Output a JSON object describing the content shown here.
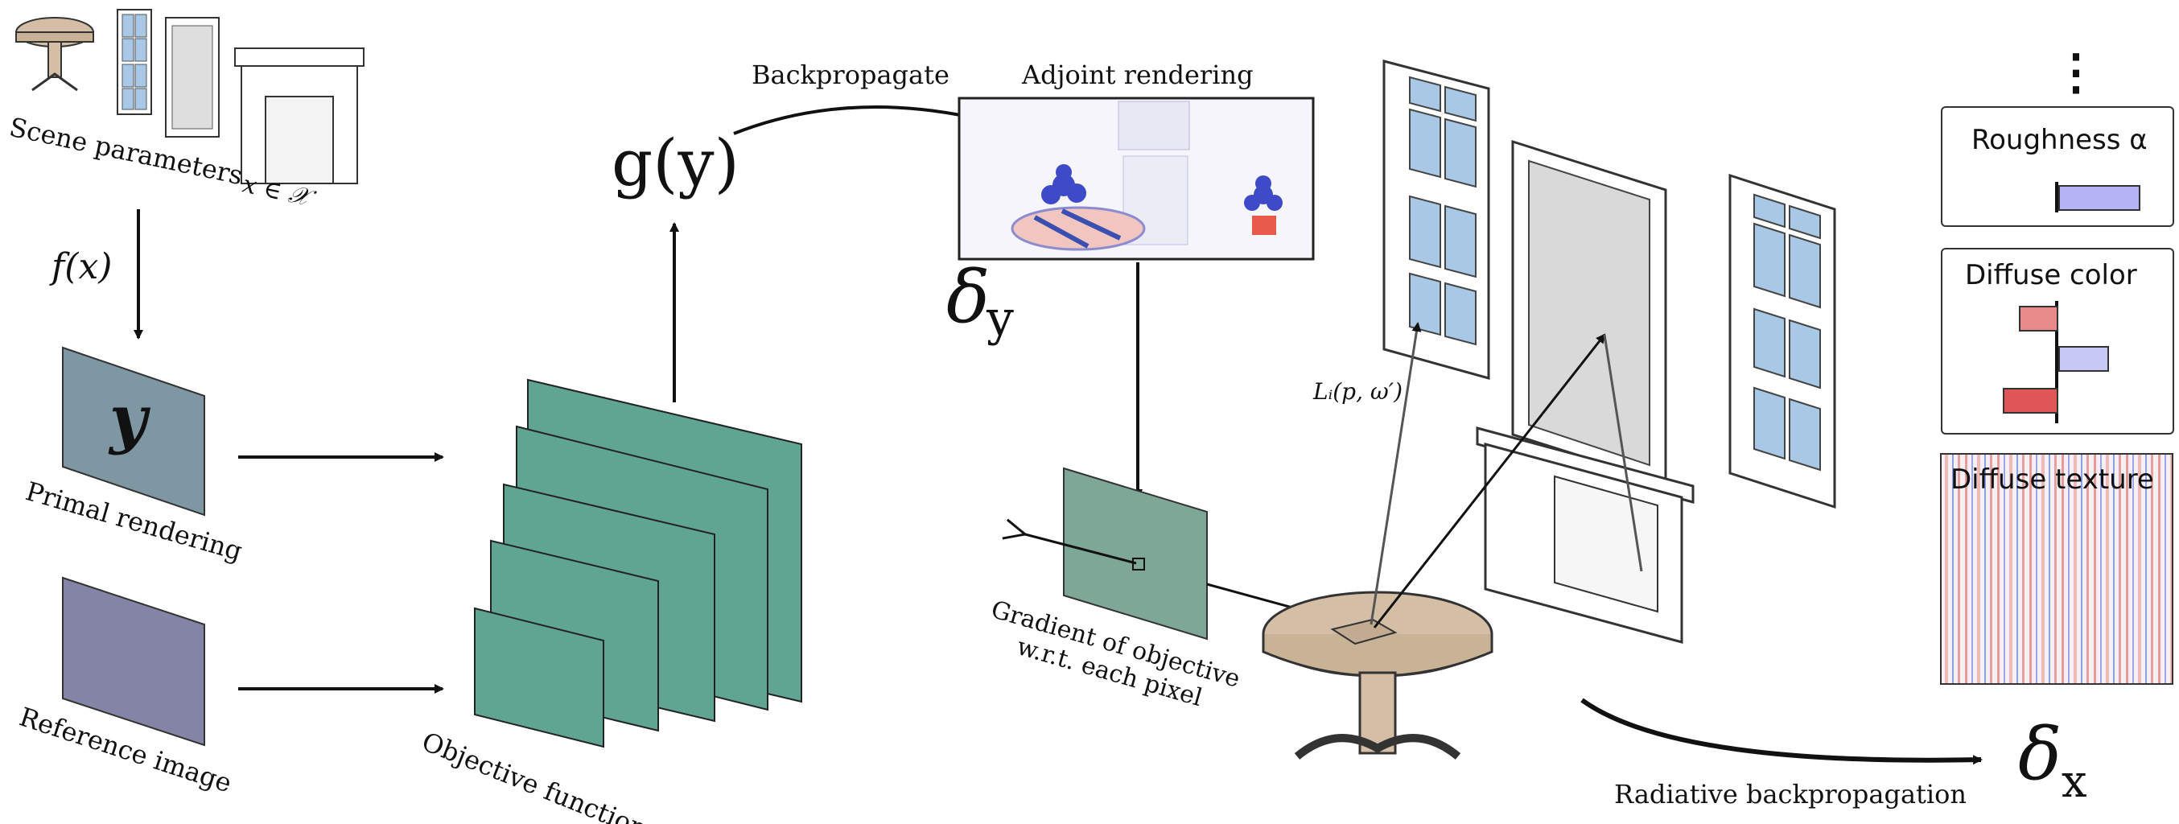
{
  "labels": {
    "scene_parameters": "Scene parameters",
    "scene_math": "x ∈ 𝒳",
    "forward": "f(x)",
    "primal_symbol": "y",
    "primal_rendering": "Primal rendering",
    "reference_image": "Reference image",
    "objective_function": "Objective function",
    "g_of_y": "g(y)",
    "backpropagate": "Backpropagate",
    "adjoint_rendering": "Adjoint rendering",
    "delta_y": "δ",
    "delta_y_sub": "y",
    "gradient_caption_line1": "Gradient of objective",
    "gradient_caption_line2": "w.r.t. each pixel",
    "radiance_label": "Lᵢ(p, ω′)",
    "radiative_backprop": "Radiative backpropagation",
    "delta_x": "δ",
    "delta_x_sub": "x",
    "ellipsis": "⋮"
  },
  "panels": {
    "roughness": {
      "title": "Roughness α",
      "bars": [
        {
          "value": 0.75,
          "color": "#b3b3f5"
        }
      ]
    },
    "diffuse_color": {
      "title": "Diffuse color",
      "bars": [
        {
          "value": -0.35,
          "color": "#e88a8a"
        },
        {
          "value": 0.45,
          "color": "#c8c8f7"
        },
        {
          "value": -0.5,
          "color": "#e05555"
        }
      ]
    },
    "diffuse_texture": {
      "title": "Diffuse texture"
    }
  },
  "colors": {
    "primal_image": "#7f97a3",
    "reference_image": "#8484a6",
    "objective_stack": "#5fa592",
    "gradient_image": "#7fa797",
    "table_wood": "#d4bfa6",
    "window_glass": "#a9c8e6",
    "mirror_glass": "#d9d9d9"
  }
}
